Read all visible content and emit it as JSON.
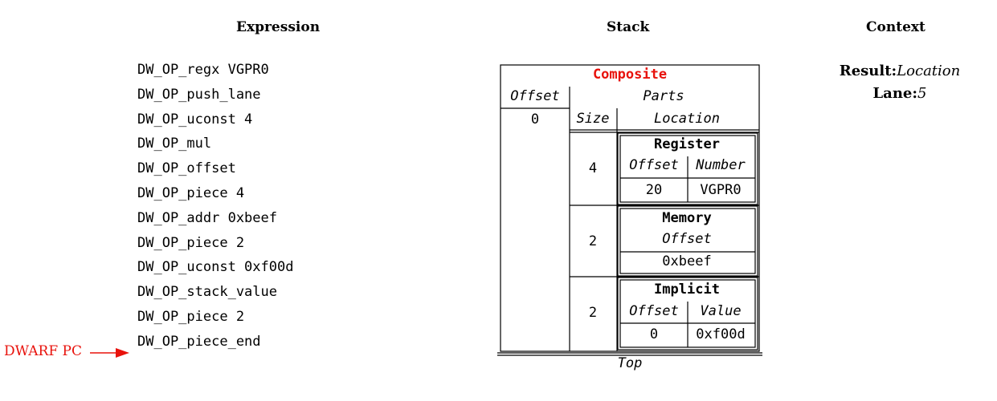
{
  "headers": {
    "expression": "Expression",
    "stack": "Stack",
    "context": "Context"
  },
  "expression": [
    "DW_OP_regx VGPR0",
    "DW_OP_push_lane",
    "DW_OP_uconst 4",
    "DW_OP_mul",
    "DW_OP_offset",
    "DW_OP_piece 4",
    "DW_OP_addr 0xbeef",
    "DW_OP_piece 2",
    "DW_OP_uconst 0xf00d",
    "DW_OP_stack_value",
    "DW_OP_piece 2",
    "DW_OP_piece_end"
  ],
  "pc_label": "DWARF PC",
  "colors": {
    "accent": "#e8120c",
    "line": "#000000"
  },
  "context": {
    "result_label": "Result:",
    "result_value": "Location",
    "lane_label": "Lane:",
    "lane_value": "5"
  },
  "stack": {
    "title": "Composite",
    "offset_header": "Offset",
    "offset_value": "0",
    "parts_header": "Parts",
    "size_header": "Size",
    "location_header": "Location",
    "parts": [
      {
        "size": "4",
        "kind": "Register",
        "col1": "Offset",
        "col2": "Number",
        "val1": "20",
        "val2": "VGPR0"
      },
      {
        "size": "2",
        "kind": "Memory",
        "col1": "Offset",
        "val1": "0xbeef"
      },
      {
        "size": "2",
        "kind": "Implicit",
        "col1": "Offset",
        "col2": "Value",
        "val1": "0",
        "val2": "0xf00d"
      }
    ],
    "top_label": "Top"
  }
}
